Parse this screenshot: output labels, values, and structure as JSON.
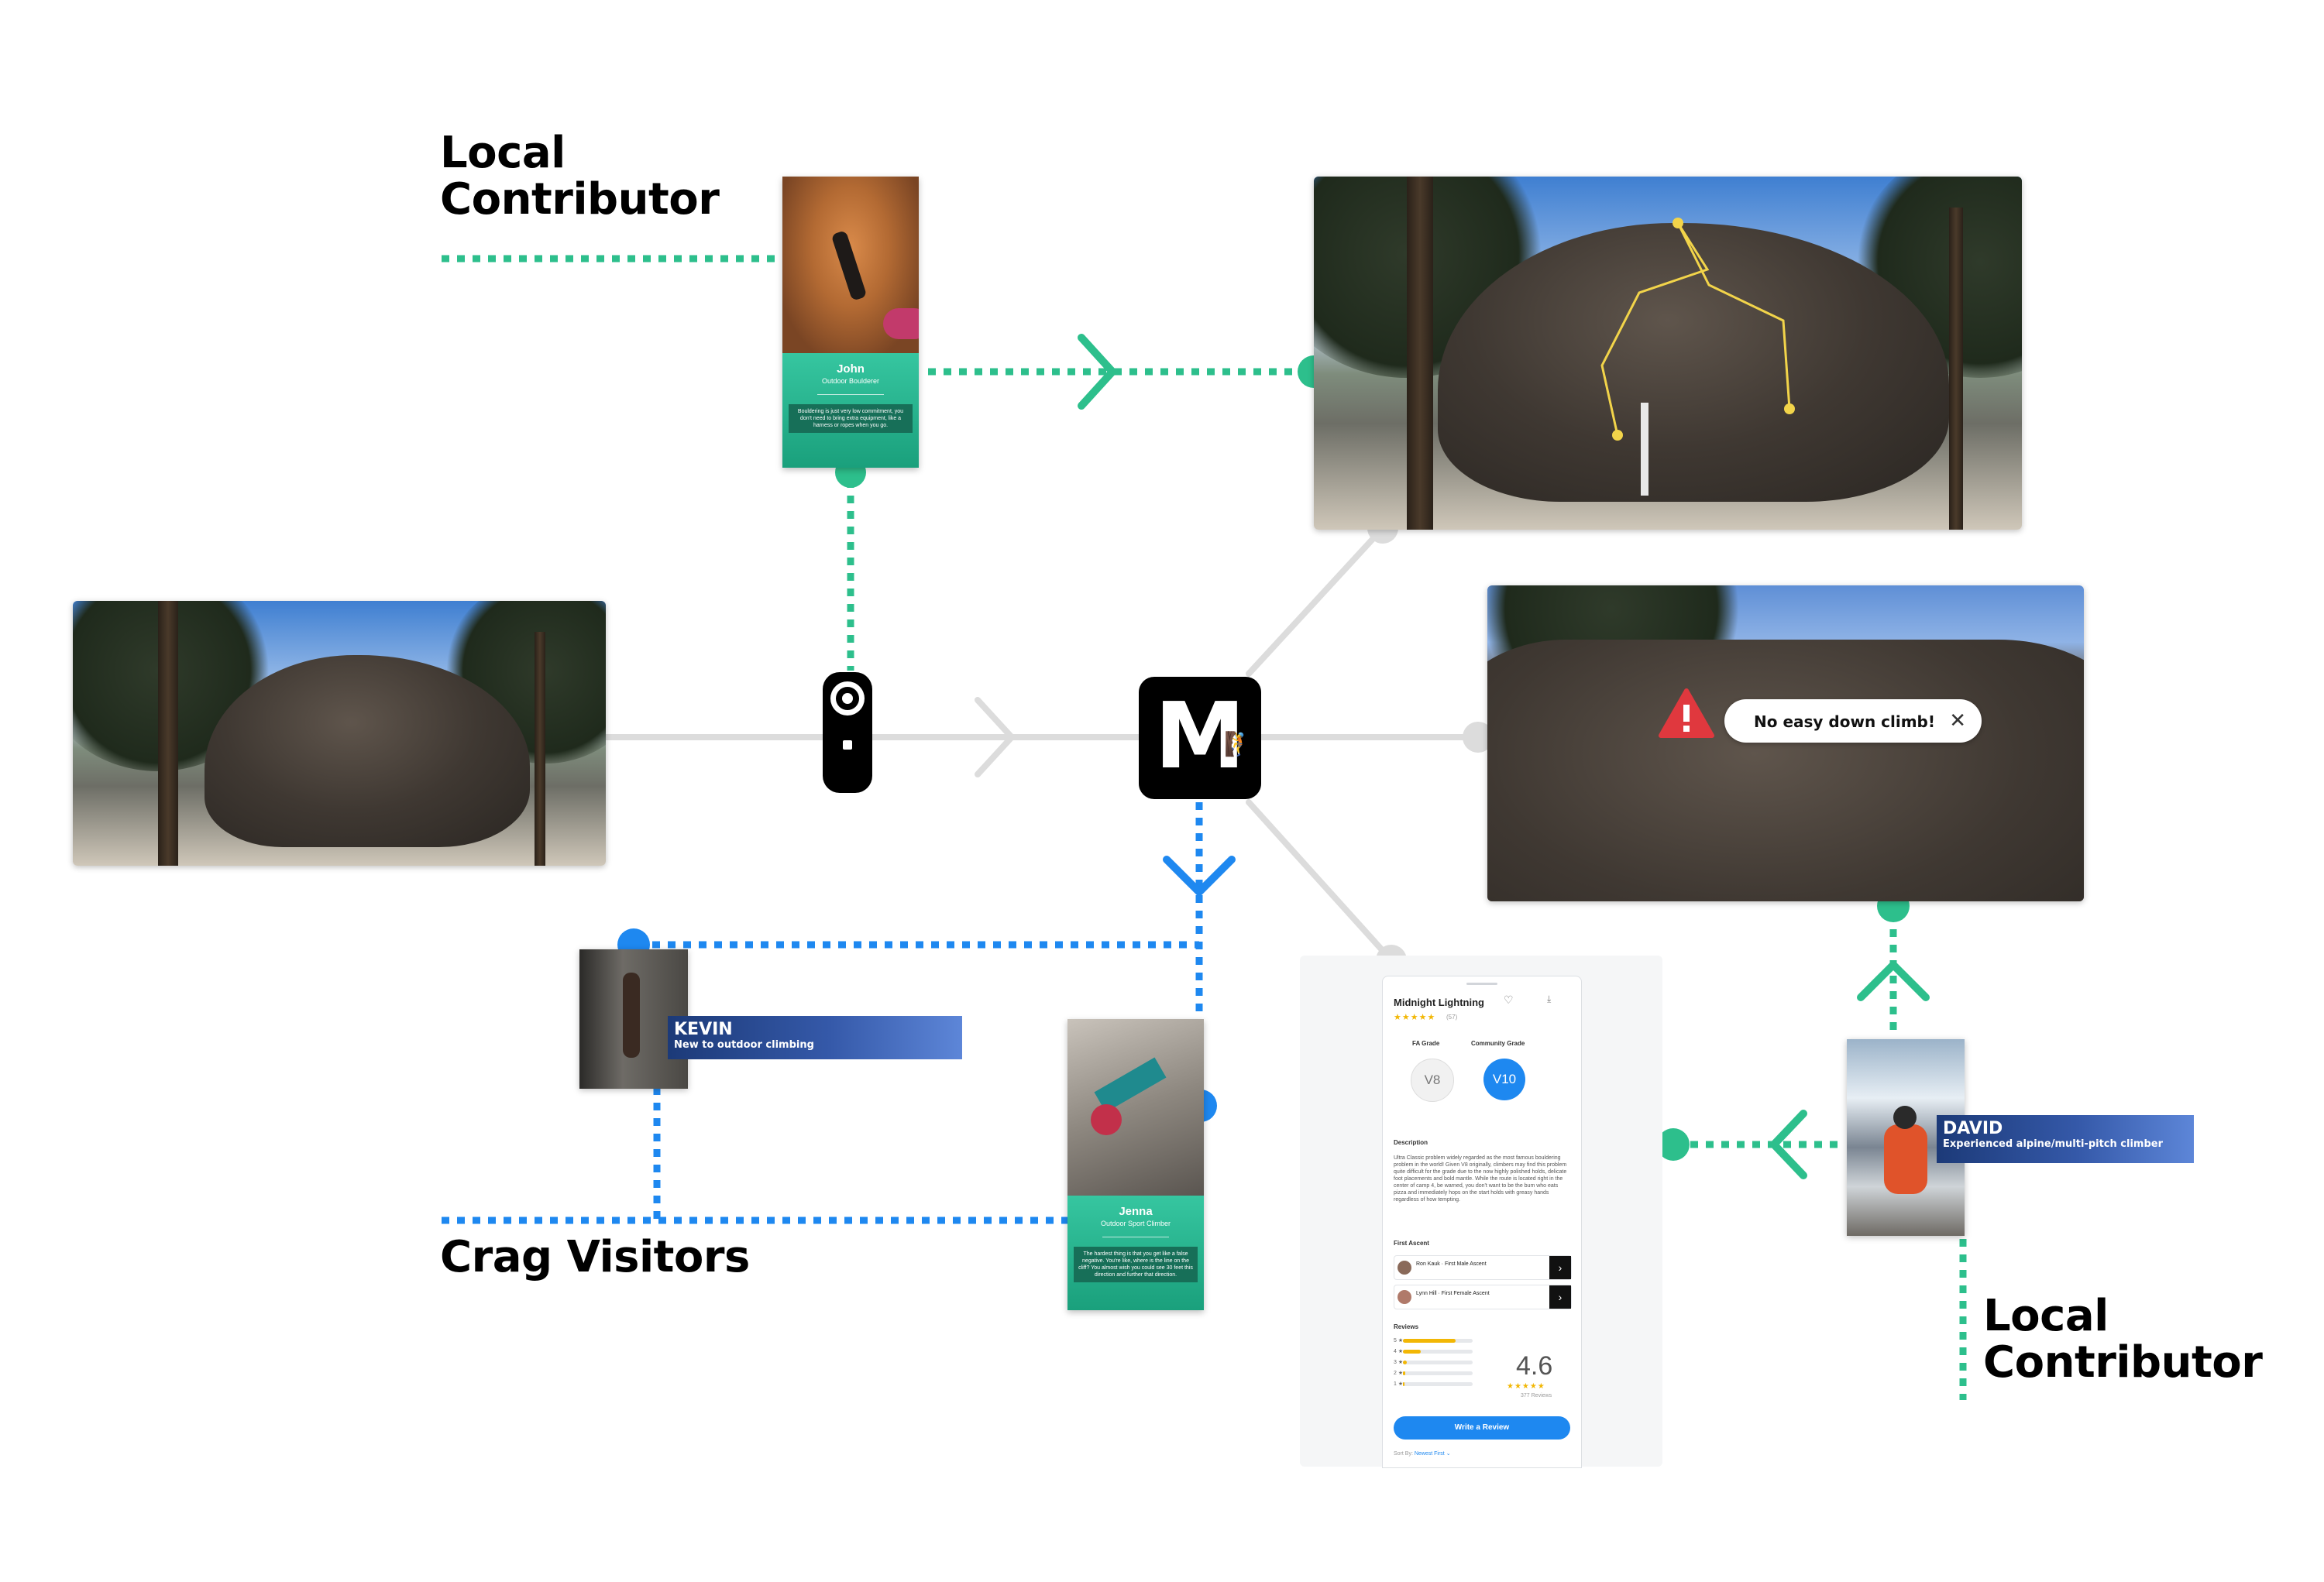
{
  "headings": {
    "local_contributor_top": [
      "Local",
      "Contributor"
    ],
    "crag_visitors": "Crag Visitors",
    "local_contributor_bottom": [
      "Local",
      "Contributor"
    ]
  },
  "people": {
    "john": {
      "name": "John",
      "role": "Outdoor Boulderer",
      "quote": "Bouldering is just very low commitment, you don't need to bring extra equipment, like a harness or ropes when you go."
    },
    "jenna": {
      "name": "Jenna",
      "role": "Outdoor Sport Climber",
      "quote": "The hardest thing is that you get like a false negative. You're like, where is the line on the cliff? You almost wish you could see 30 feet this direction and further that direction."
    },
    "kevin": {
      "name": "KEVIN",
      "subtitle": "New to outdoor climbing"
    },
    "david": {
      "name": "DAVID",
      "subtitle": "Experienced alpine/multi-pitch climber"
    }
  },
  "alert": {
    "text": "No easy down climb!",
    "close": "✕",
    "icon": "warning-triangle-icon"
  },
  "logo": {
    "letter": "M",
    "glyph": "🧗"
  },
  "app": {
    "title": "Midnight Lightning",
    "rating_stars": "★★★★★",
    "rating_count": "(57)",
    "fa_grade_label": "FA Grade",
    "community_grade_label": "Community Grade",
    "fa_grade": "V8",
    "community_grade": "V10",
    "description_label": "Description",
    "description": "Ultra Classic problem widely regarded as the most famous bouldering problem in the world! Given V8 originally, climbers may find this problem quite difficult for the grade due to the now highly polished holds, delicate foot placements and bold mantle. While the route is located right in the center of camp 4, be warned, you don't want to be the bum who eats pizza and immediately hops on the start holds with greasy hands regardless of how tempting.",
    "first_ascent_label": "First Ascent",
    "first_ascents": [
      {
        "name": "Ron Kauk · First Male Ascent"
      },
      {
        "name": "Lynn Hill · First Female Ascent"
      }
    ],
    "reviews_label": "Reviews",
    "review_bars": [
      {
        "label": "5 ★",
        "fraction": 0.75
      },
      {
        "label": "4 ★",
        "fraction": 0.25
      },
      {
        "label": "3 ★",
        "fraction": 0.06
      },
      {
        "label": "2 ★",
        "fraction": 0.03
      },
      {
        "label": "1 ★",
        "fraction": 0.02
      }
    ],
    "score": "4.6",
    "score_stars": "★★★★★",
    "score_count": "377 Reviews",
    "write_review": "Write a Review",
    "sort_label": "Sort By:",
    "sort_value": "Newest First ⌄"
  },
  "colors": {
    "green": "#2dbf8c",
    "blue": "#1e88f0",
    "gray_line": "#dcdcdc"
  }
}
